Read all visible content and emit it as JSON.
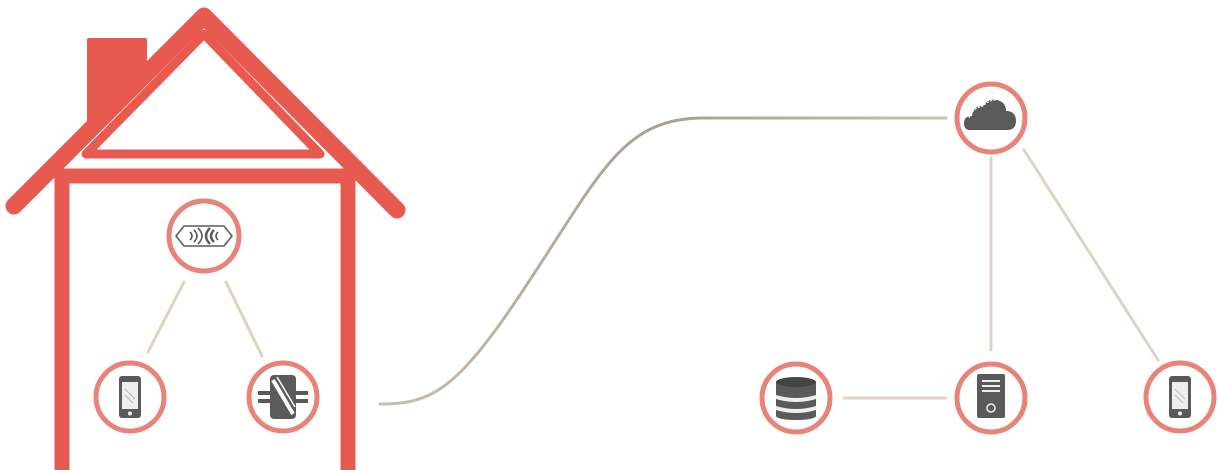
{
  "diagram": {
    "colors": {
      "house": "#e85a4f",
      "ring": "#e8837a",
      "ring_fill": "#ffffff",
      "link": "#d8ccb8",
      "link_dark": "#a89f93",
      "icon": "#5a5a5a",
      "icon_light": "#e8e8e8"
    },
    "home": {
      "shape": "house-outline",
      "nodes": [
        {
          "id": "hub",
          "icon": "wireless-hub-icon"
        },
        {
          "id": "phone-home",
          "icon": "smartphone-icon"
        },
        {
          "id": "smart-plug",
          "icon": "smart-plug-icon"
        }
      ]
    },
    "remote": {
      "nodes": [
        {
          "id": "cloud",
          "icon": "cloud-icon"
        },
        {
          "id": "database",
          "icon": "database-icon"
        },
        {
          "id": "server",
          "icon": "server-icon"
        },
        {
          "id": "phone-remote",
          "icon": "smartphone-icon"
        }
      ]
    },
    "links": [
      {
        "from": "hub",
        "to": "phone-home"
      },
      {
        "from": "hub",
        "to": "smart-plug"
      },
      {
        "from": "smart-plug",
        "to": "cloud"
      },
      {
        "from": "cloud",
        "to": "server"
      },
      {
        "from": "cloud",
        "to": "phone-remote"
      },
      {
        "from": "database",
        "to": "server"
      }
    ]
  }
}
